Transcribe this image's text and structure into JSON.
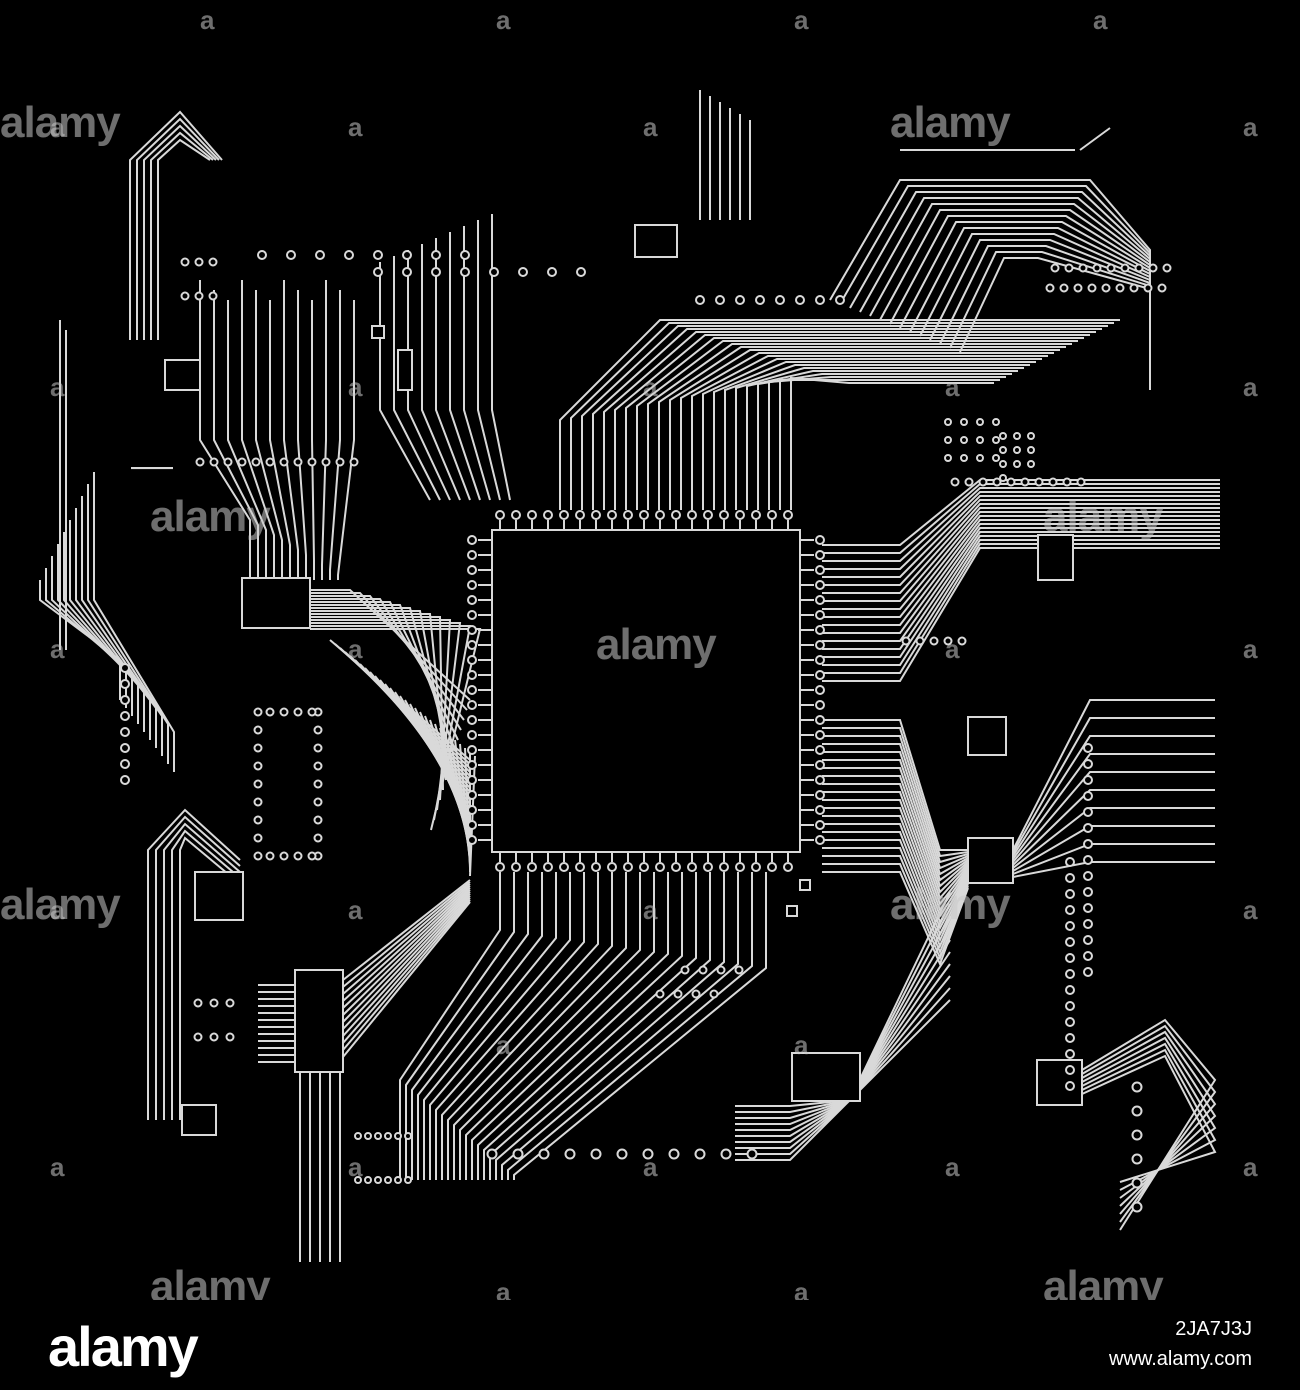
{
  "watermark": {
    "text": "alamy",
    "small": "a"
  },
  "footer": {
    "logo": "alamy",
    "image_id": "2JA7J3J",
    "site": "www.alamy.com"
  },
  "colors": {
    "background": "#000000",
    "trace": "#d9d9d9"
  }
}
